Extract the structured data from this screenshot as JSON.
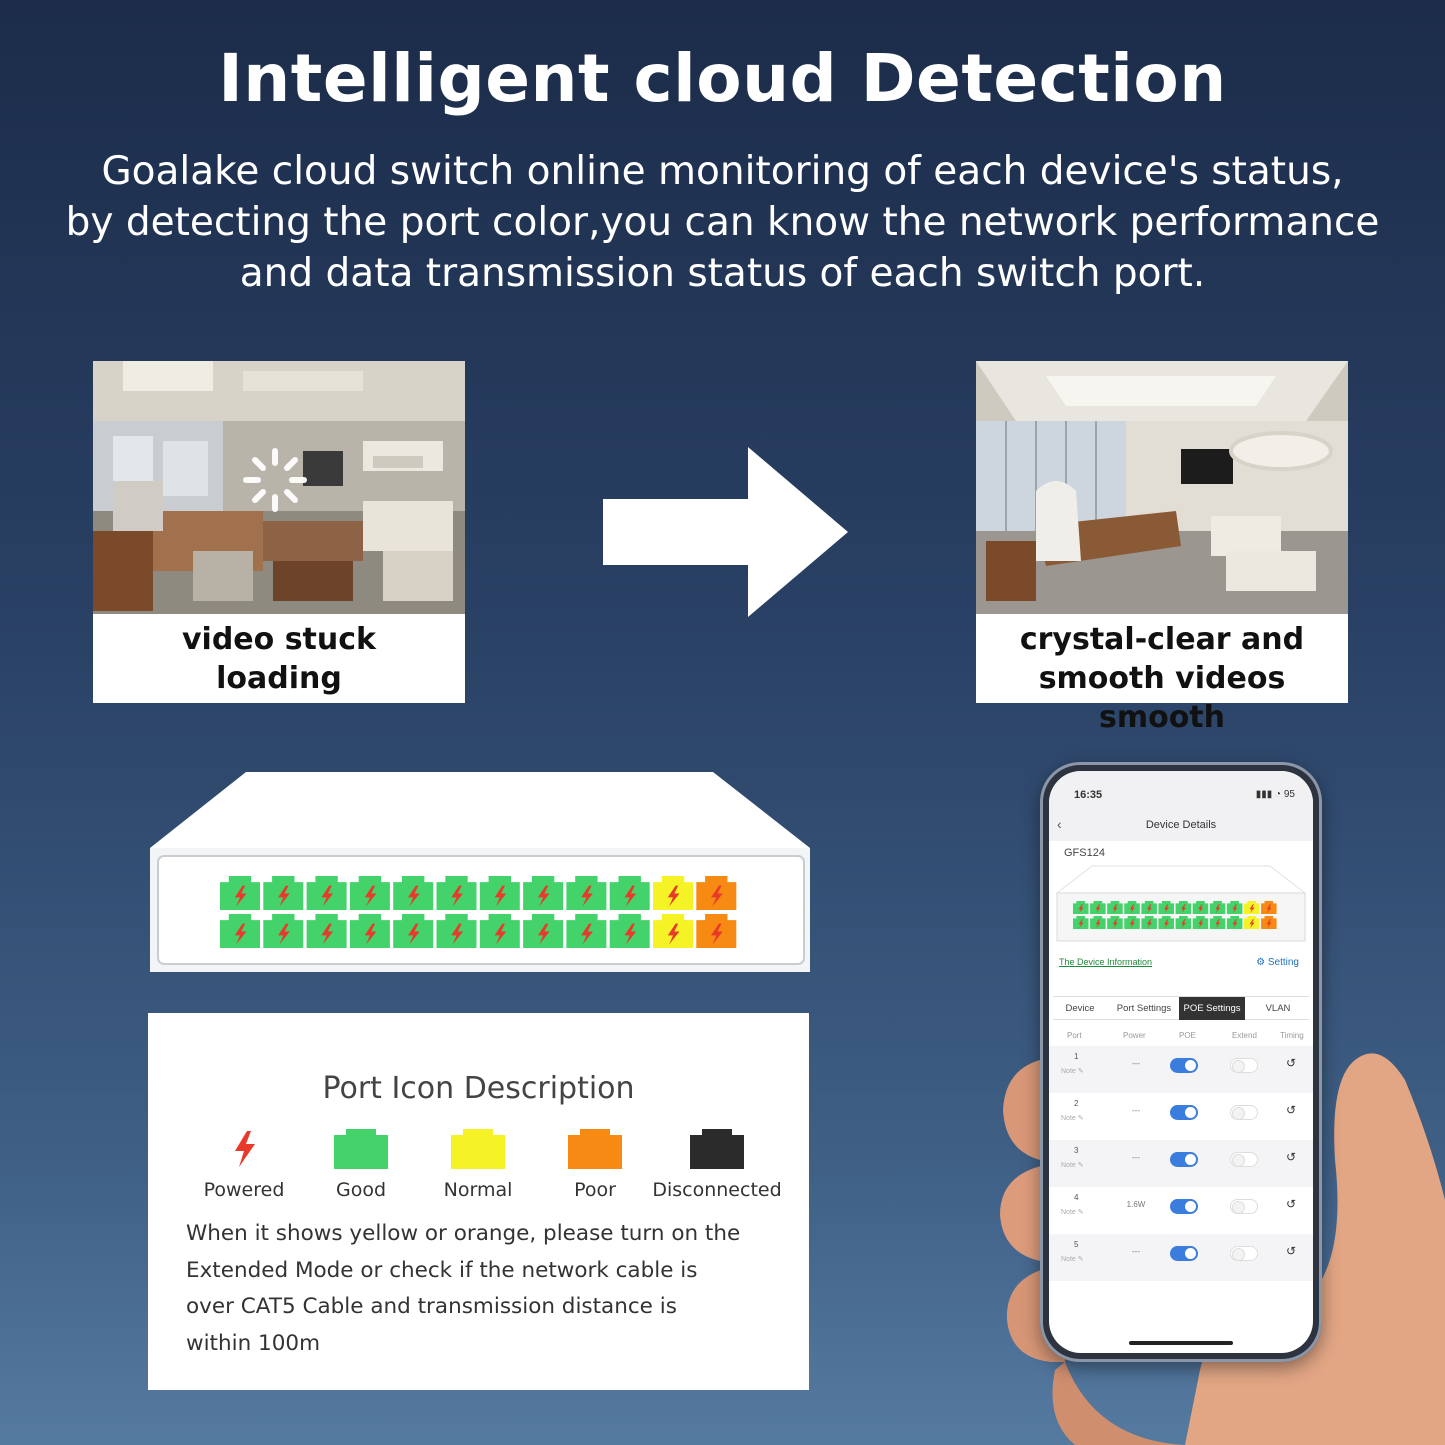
{
  "headline": "Intelligent cloud Detection",
  "subtext": [
    "Goalake cloud switch online monitoring of each device's status,",
    "by detecting the port color,you can know the network performance",
    "and data transmission status of each switch port."
  ],
  "before_card": {
    "caption": [
      "video stuck",
      "loading"
    ]
  },
  "after_card": {
    "caption": [
      "crystal-clear and",
      "smooth videos smooth"
    ]
  },
  "legend": {
    "title": "Port Icon Description",
    "items": [
      {
        "label": "Powered",
        "color": "#e83a2a",
        "icon": "lightning-bolt-icon"
      },
      {
        "label": "Good",
        "color": "#44d36a",
        "icon": "port-icon"
      },
      {
        "label": "Normal",
        "color": "#f5f226",
        "icon": "port-icon"
      },
      {
        "label": "Poor",
        "color": "#f78a12",
        "icon": "port-icon"
      },
      {
        "label": "Disconnected",
        "color": "#2b2b2b",
        "icon": "port-icon"
      }
    ],
    "note": [
      "When it shows yellow or orange, please turn on the",
      "Extended Mode or check if the network cable is",
      "over CAT5 Cable and transmission distance is",
      "within 100m"
    ]
  },
  "switch_ports": {
    "top_row": [
      "good",
      "good",
      "good",
      "good",
      "good",
      "good",
      "good",
      "good",
      "good",
      "good",
      "normal",
      "poor"
    ],
    "bottom_row": [
      "good",
      "good",
      "good",
      "good",
      "good",
      "good",
      "good",
      "good",
      "good",
      "good",
      "normal",
      "poor"
    ]
  },
  "phone": {
    "time": "16:35",
    "status_icons": "▮▮▮ ◔ 95",
    "back_icon": "chevron-left-icon",
    "nav_title": "Device Details",
    "model": "GFS124",
    "info_link": "The Device Information",
    "setting_link": "⚙ Setting",
    "tabs": [
      "Device",
      "Port Settings",
      "POE Settings",
      "VLAN"
    ],
    "active_tab": "POE Settings",
    "columns": [
      "Port",
      "Power",
      "POE",
      "Extend",
      "Timing"
    ],
    "rows": [
      {
        "port": "1",
        "note": "Note ✎",
        "power": "---",
        "poe": true,
        "extend": false
      },
      {
        "port": "2",
        "note": "Note ✎",
        "power": "---",
        "poe": true,
        "extend": false
      },
      {
        "port": "3",
        "note": "Note ✎",
        "power": "---",
        "poe": true,
        "extend": false
      },
      {
        "port": "4",
        "note": "Note ✎",
        "power": "1.6W",
        "poe": true,
        "extend": false
      },
      {
        "port": "5",
        "note": "Note ✎",
        "power": "---",
        "poe": true,
        "extend": false
      }
    ],
    "timing_icon": "↺"
  },
  "colors": {
    "good": "#44d36a",
    "normal": "#f5f226",
    "poor": "#f78a12",
    "powered": "#e83a2a",
    "disconnected": "#2b2b2b"
  }
}
